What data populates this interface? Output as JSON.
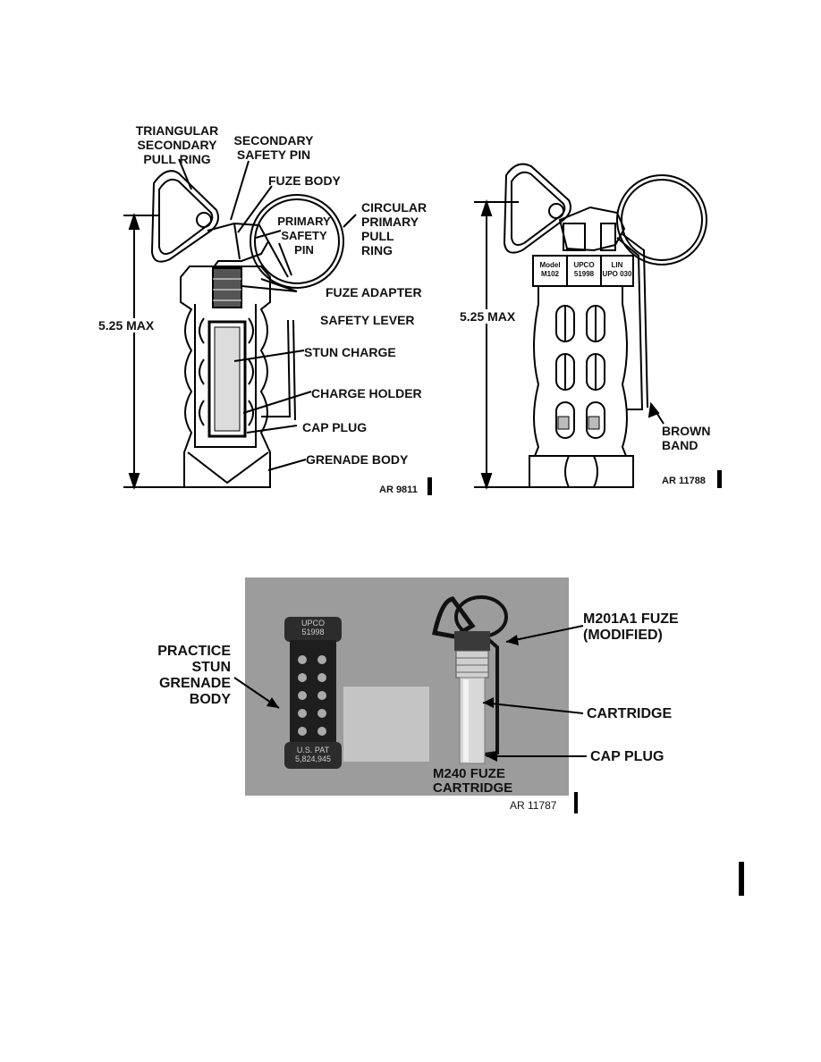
{
  "figure1": {
    "labels": {
      "triangular_ring": "TRIANGULAR\nSECONDARY\nPULL RING",
      "secondary_pin": "SECONDARY\nSAFETY PIN",
      "fuze_body": "FUZE BODY",
      "primary_pin": "PRIMARY\nSAFETY\nPIN",
      "circular_ring": "CIRCULAR\nPRIMARY\nPULL\nRING",
      "fuze_adapter": "FUZE ADAPTER",
      "safety_lever": "SAFETY LEVER",
      "stun_charge": "STUN CHARGE",
      "charge_holder": "CHARGE HOLDER",
      "cap_plug": "CAP PLUG",
      "grenade_body": "GRENADE BODY",
      "dimension": "5.25 MAX",
      "ref": "AR 9811"
    }
  },
  "figure2": {
    "labels": {
      "dimension": "5.25 MAX",
      "brown_band": "BROWN\nBAND",
      "ref": "AR 11788",
      "band_model": "Model\nM102",
      "band_upco": "UPCO\n51998",
      "band_lin": "LIN\nUPO 030"
    }
  },
  "figure3": {
    "labels": {
      "practice_body": "PRACTICE\nSTUN\nGRENADE\nBODY",
      "fuze": "M201A1 FUZE\n(MODIFIED)",
      "cartridge": "CARTRIDGE",
      "cap_plug": "CAP PLUG",
      "m240": "M240 FUZE\nCARTRIDGE",
      "ref": "AR 11787",
      "body_top": "UPCO\n51998",
      "body_bottom": "U.S. PAT\n5,824,945"
    }
  }
}
